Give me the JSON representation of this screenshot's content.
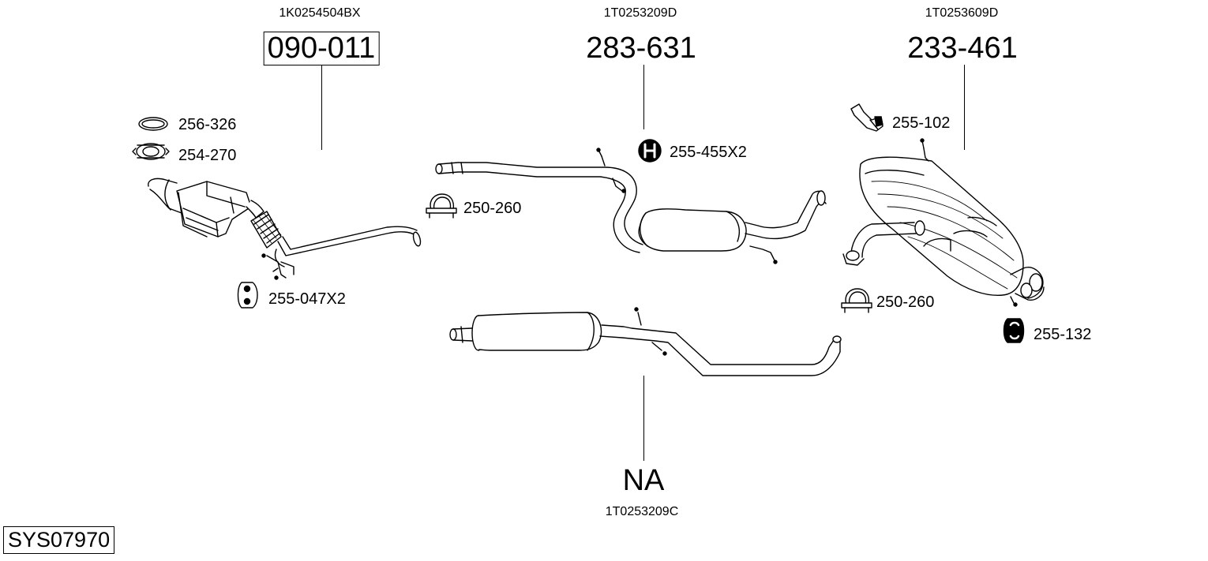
{
  "system_id": "SYS07970",
  "parts": [
    {
      "oem": "1K0254504BX",
      "number": "090-011",
      "boxed": true
    },
    {
      "oem": "1T0253209D",
      "number": "283-631",
      "boxed": false
    },
    {
      "oem": "1T0253609D",
      "number": "233-461",
      "boxed": false
    },
    {
      "oem": "1T0253209C",
      "number": "NA",
      "boxed": false
    }
  ],
  "accessories": [
    {
      "label": "256-326",
      "icon": "gasket-ring-icon"
    },
    {
      "label": "254-270",
      "icon": "flange-clamp-icon"
    },
    {
      "label": "255-047X2",
      "icon": "rubber-hanger-icon"
    },
    {
      "label": "250-260",
      "icon": "u-bolt-clamp-icon"
    },
    {
      "label": "255-455X2",
      "icon": "round-hanger-icon"
    },
    {
      "label": "255-102",
      "icon": "mounting-bracket-icon"
    },
    {
      "label": "250-260",
      "icon": "u-bolt-clamp-icon"
    },
    {
      "label": "255-132",
      "icon": "rubber-hanger-icon"
    }
  ]
}
